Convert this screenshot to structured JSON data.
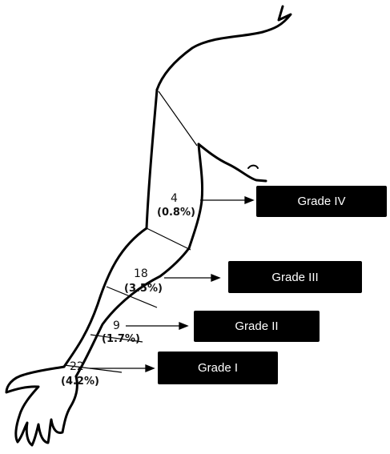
{
  "grades": [
    {
      "label": "Grade IV",
      "count": "4",
      "percent": "(0.8%)"
    },
    {
      "label": "Grade III",
      "count": "18",
      "percent": "(3.5%)"
    },
    {
      "label": "Grade II",
      "count": "9",
      "percent": "(1.7%)"
    },
    {
      "label": "Grade I",
      "count": "22",
      "percent": "(4.2%)"
    }
  ],
  "colors": {
    "box": "#000000",
    "box_text": "#ffffff",
    "line": "#000000"
  }
}
